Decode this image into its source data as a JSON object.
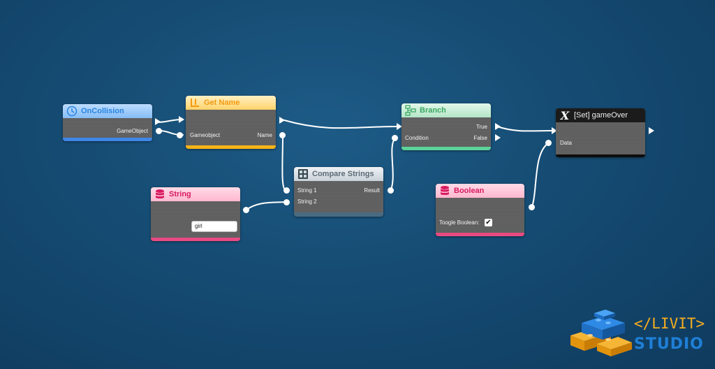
{
  "nodes": {
    "oncollision": {
      "title": "OnCollision",
      "out_label": "GameObject",
      "color": "#7fb9f3",
      "accent": "#3f86e8",
      "icon": "clock-icon"
    },
    "getname": {
      "title": "Get Name",
      "in_label": "Gameobject",
      "out_label": "Name",
      "color": "#ffd36b",
      "accent": "#f5b417",
      "icon": "number-one-icon"
    },
    "string": {
      "title": "String",
      "value": "girl",
      "color": "#ffc3d6",
      "accent": "#e84a82",
      "icon": "database-icon"
    },
    "compare": {
      "title": "Compare Strings",
      "in1_label": "String 1",
      "in2_label": "String 2",
      "out_label": "Result",
      "color": "#d6dde2",
      "accent": "#4a6a80",
      "icon": "calculator-icon"
    },
    "branch": {
      "title": "Branch",
      "in_label": "Condition",
      "true_label": "True",
      "false_label": "False",
      "color": "#bfe9d0",
      "accent": "#5cd39a",
      "icon": "flowchart-icon"
    },
    "boolean": {
      "title": "Boolean",
      "toggle_label": "Toogle Boolean:",
      "checked": true,
      "color": "#ffc3d6",
      "accent": "#e84a82",
      "icon": "database-icon"
    },
    "setvar": {
      "title": "[Set] gameOver",
      "in_label": "Data",
      "color": "#1b1b1b",
      "icon": "variable-x-icon"
    }
  },
  "logo": {
    "line1": "</LIVIT>",
    "line2": "STUDIO"
  }
}
